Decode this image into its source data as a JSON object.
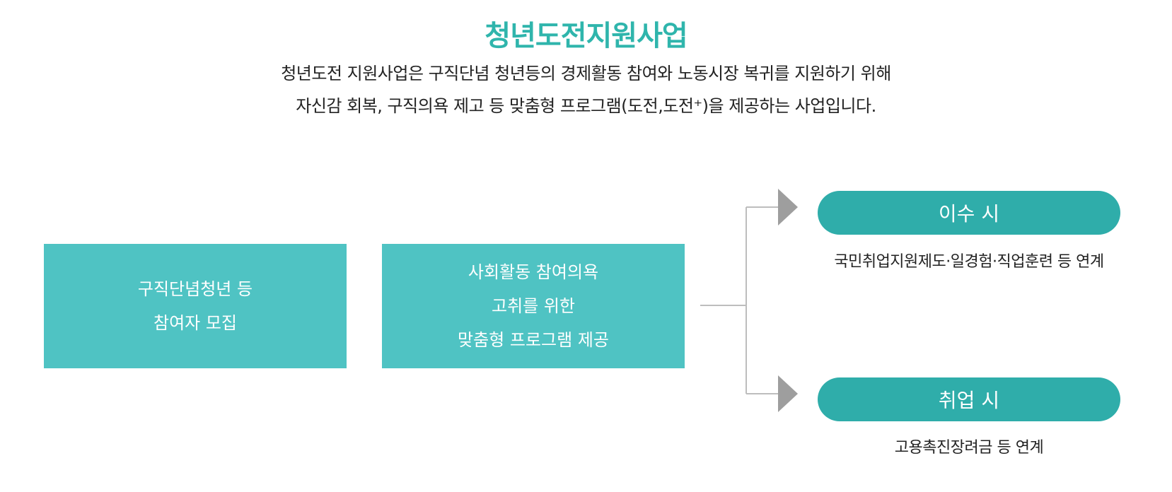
{
  "title": "청년도전지원사업",
  "description": {
    "line1": "청년도전 지원사업은 구직단념 청년등의 경제활동 참여와 노동시장 복귀를 지원하기 위해",
    "line2": "자신감 회복, 구직의욕 제고 등 맞춤형 프로그램(도전,도전⁺)을 제공하는 사업입니다."
  },
  "steps": [
    {
      "lines": [
        "구직단념청년 등",
        "참여자 모집"
      ]
    },
    {
      "lines": [
        "사회활동 참여의욕",
        "고취를 위한",
        "맞춤형 프로그램 제공"
      ]
    }
  ],
  "outcomes": [
    {
      "label": "이수 시",
      "note": "국민취업지원제도·일경험·직업훈련 등 연계"
    },
    {
      "label": "취업 시",
      "note": "고용촉진장려금 등 연계"
    }
  ],
  "colors": {
    "title": "#2fb5ac",
    "box": "#4fc3c3",
    "pill": "#2fadaa",
    "connector": "#bdbdbd",
    "arrow": "#9e9e9e"
  }
}
